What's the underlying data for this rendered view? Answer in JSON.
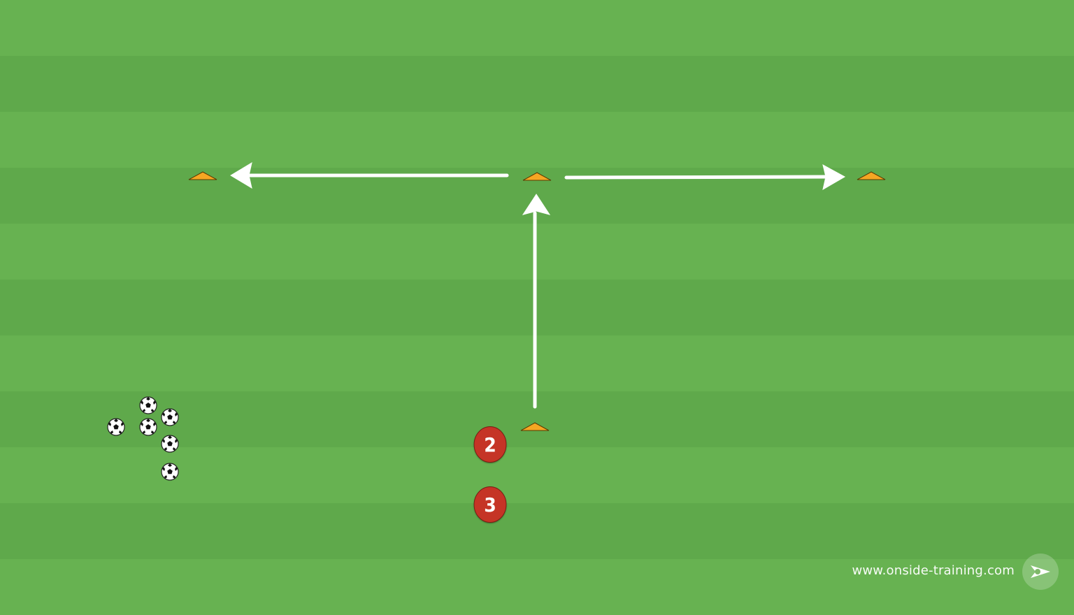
{
  "drill": {
    "players": [
      {
        "id": "player-2",
        "label": "2"
      },
      {
        "id": "player-3",
        "label": "3"
      }
    ],
    "cone_color": "#f5a623",
    "player_color": "#c53426",
    "chalk_color": "#ffffff",
    "ball_count": 6,
    "cone_count": 4
  },
  "footer": {
    "website": "www.onside-training.com",
    "logo": "onside-training-logo-icon"
  }
}
